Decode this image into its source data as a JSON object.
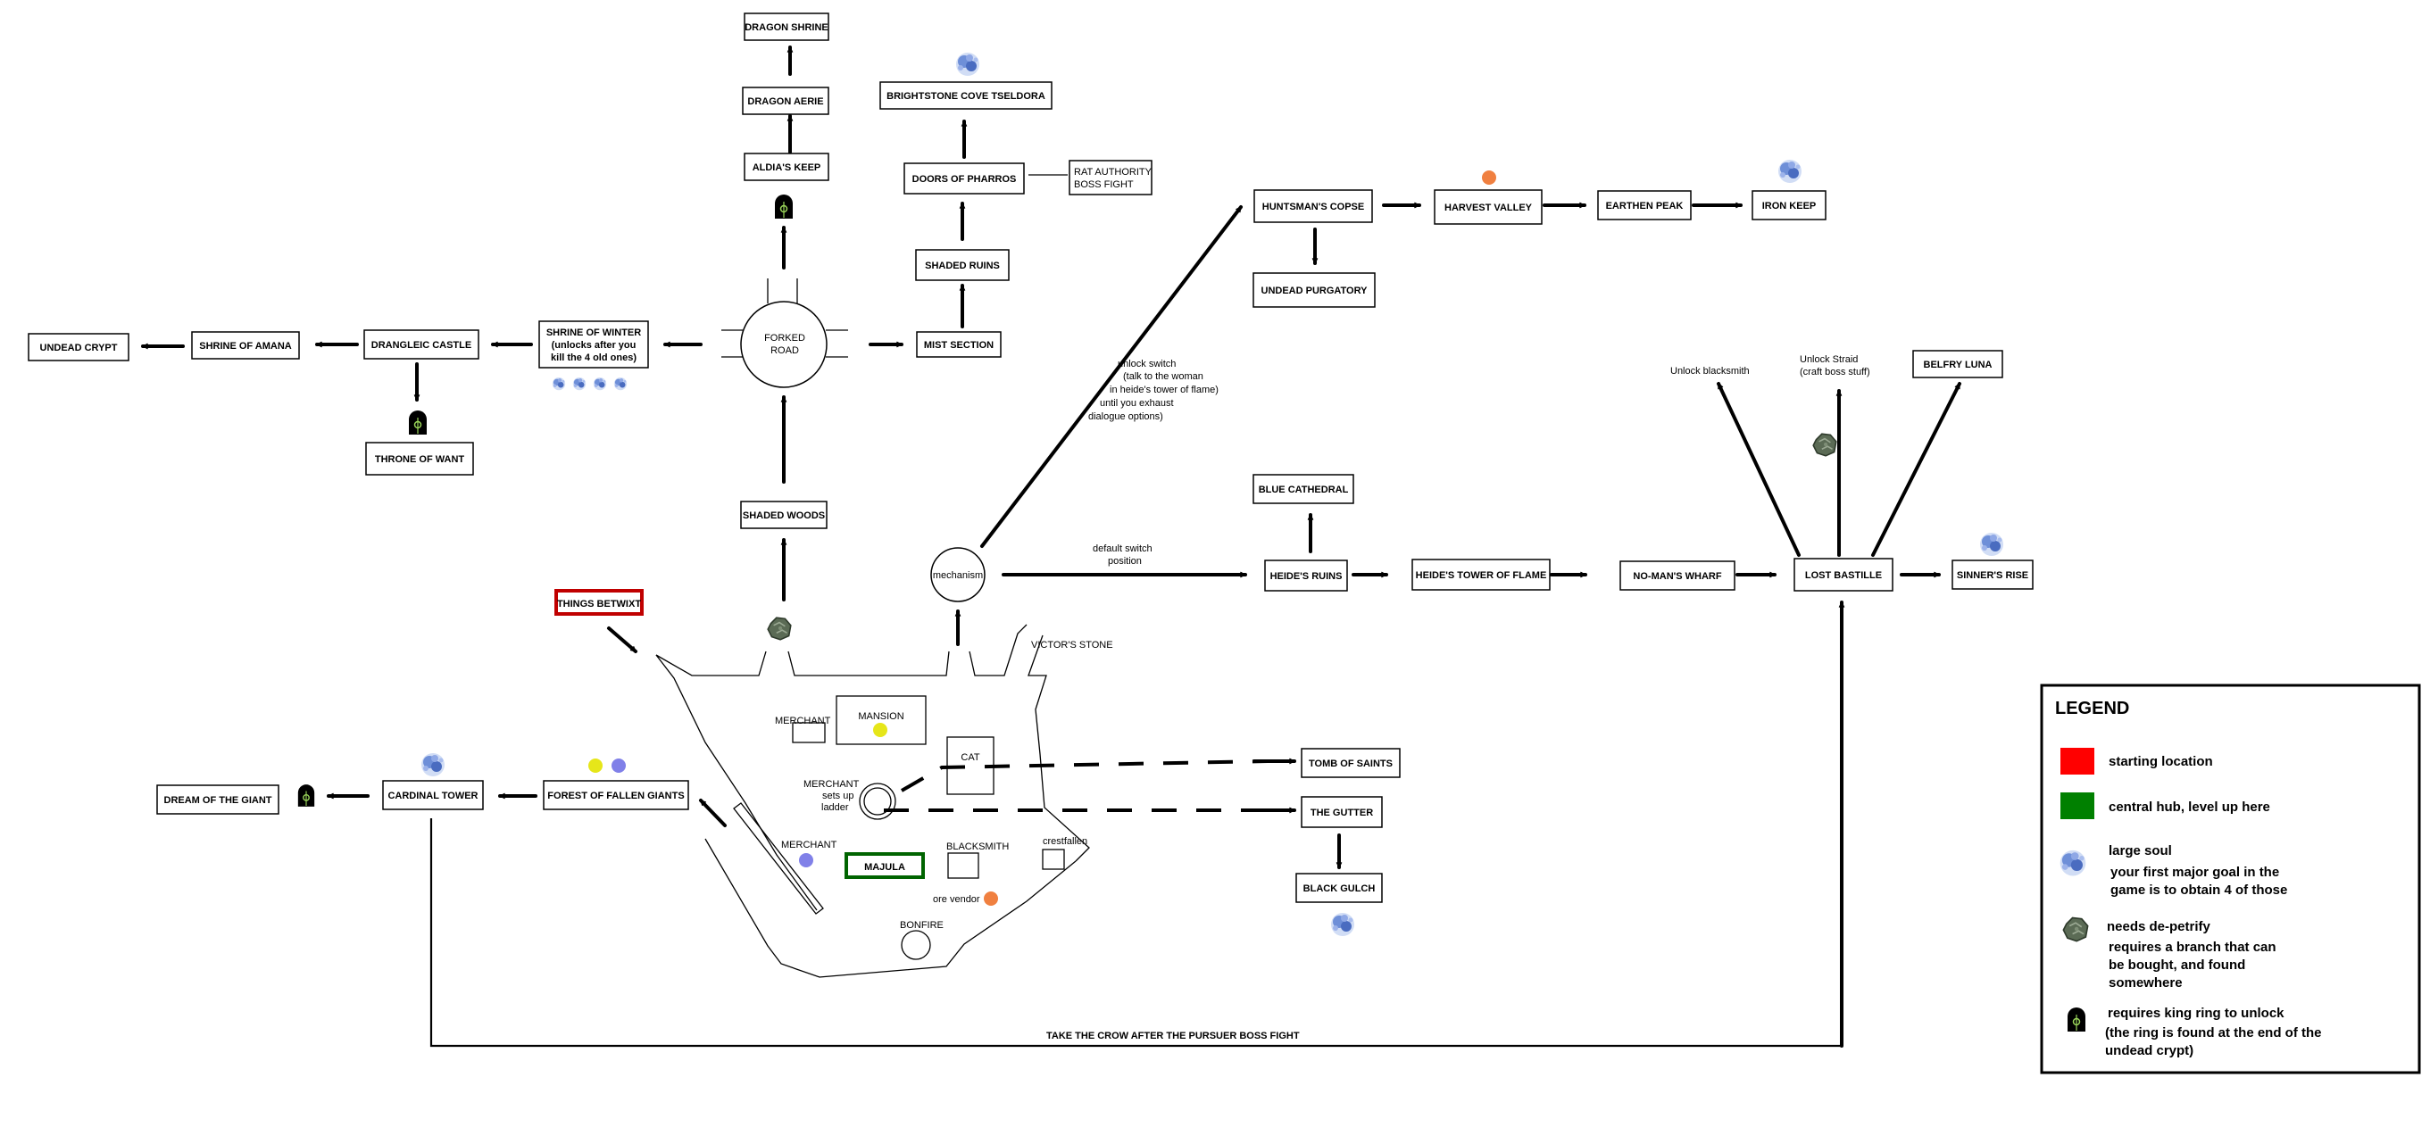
{
  "nodes": {
    "dragon_shrine": "DRAGON SHRINE",
    "dragon_aerie": "DRAGON AERIE",
    "aldias_keep": "ALDIA'S KEEP",
    "brightstone": "BRIGHTSTONE COVE TSELDORA",
    "doors_pharros": "DOORS OF PHARROS",
    "rat_authority_1": "RAT AUTHORITY",
    "rat_authority_2": "BOSS FIGHT",
    "shaded_ruins": "SHADED RUINS",
    "mist_section": "MIST SECTION",
    "forked_road_1": "FORKED",
    "forked_road_2": "ROAD",
    "undead_crypt": "UNDEAD CRYPT",
    "shrine_amana": "SHRINE OF AMANA",
    "drangleic_castle": "DRANGLEIC CASTLE",
    "shrine_winter_1": "SHRINE OF WINTER",
    "shrine_winter_2": "(unlocks after you",
    "shrine_winter_3": "kill the 4 old ones)",
    "throne_want": "THRONE OF WANT",
    "shaded_woods": "SHADED WOODS",
    "huntsmans_copse": "HUNTSMAN'S COPSE",
    "harvest_valley": "HARVEST VALLEY",
    "earthen_peak": "EARTHEN PEAK",
    "iron_keep": "IRON KEEP",
    "undead_purgatory": "UNDEAD PURGATORY",
    "blue_cathedral": "BLUE CATHEDRAL",
    "heides_ruins": "HEIDE'S RUINS",
    "heides_tower": "HEIDE'S TOWER OF FLAME",
    "no_mans_wharf": "NO-MAN'S WHARF",
    "lost_bastille": "LOST BASTILLE",
    "sinners_rise": "SINNER'S RISE",
    "belfry_luna": "BELFRY LUNA",
    "things_betwixt": "THINGS BETWIXT",
    "tomb_saints": "TOMB OF SAINTS",
    "the_gutter": "THE GUTTER",
    "black_gulch": "BLACK GULCH",
    "dream_giant": "DREAM OF THE GIANT",
    "cardinal_tower": "CARDINAL TOWER",
    "forest_giants": "FOREST OF FALLEN GIANTS",
    "majula": "MAJULA"
  },
  "labels": {
    "mechanism": "mechanism",
    "unlock_switch_1": "unlock switch",
    "unlock_switch_2": "(talk to the woman",
    "unlock_switch_3": "in heide's tower of flame)",
    "unlock_switch_4": "until you exhaust",
    "unlock_switch_5": "dialogue options)",
    "default_switch_1": "default switch",
    "default_switch_2": "position",
    "unlock_blacksmith": "Unlock blacksmith",
    "unlock_straid_1": "Unlock Straid",
    "unlock_straid_2": "(craft boss stuff)",
    "victors_stone": "VICTOR'S STONE",
    "merchant_top": "MERCHANT",
    "mansion": "MANSION",
    "cat": "CAT",
    "merchant_ladder_1": "MERCHANT",
    "merchant_ladder_2": "sets up",
    "merchant_ladder_3": "ladder",
    "merchant_bottom": "MERCHANT",
    "blacksmith": "BLACKSMITH",
    "crestfallen": "crestfallen",
    "ore_vendor": "ore vendor",
    "bonfire": "BONFIRE",
    "crow": "TAKE THE CROW AFTER THE PURSUER BOSS FIGHT"
  },
  "legend": {
    "title": "LEGEND",
    "starting": "starting location",
    "hub": "central hub, level up here",
    "soul_1": "large soul",
    "soul_2": "your first major goal in the",
    "soul_3": "game is to obtain 4 of those",
    "petrify_1": "needs de-petrify",
    "petrify_2": "requires a branch that can",
    "petrify_3": "be bought, and found",
    "petrify_4": "somewhere",
    "king_1": "requires king ring to unlock",
    "king_2": "(the ring is found at the end of the",
    "king_3": "undead crypt)"
  },
  "colors": {
    "start": "#ff0000",
    "start_border": "#c00000",
    "hub": "#008000",
    "hub_border": "#006400",
    "soul": "#6e8fd8",
    "petrify": "#5b6b55",
    "yellow_dot": "#e6e619",
    "blue_dot": "#8080e8",
    "orange_dot": "#f08040"
  },
  "icons": {
    "soul": "large-soul-icon",
    "petrify": "petrified-rock-icon",
    "king_ring": "king-ring-door-icon"
  }
}
